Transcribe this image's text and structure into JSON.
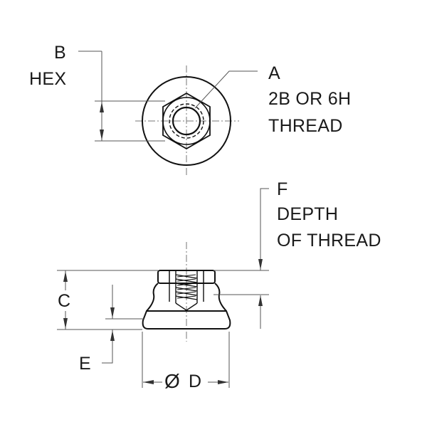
{
  "top_view": {
    "label_b": "B",
    "label_hex": "HEX",
    "label_a": "A",
    "label_thread_spec": "2B OR 6H",
    "label_thread": "THREAD"
  },
  "side_view": {
    "label_f": "F",
    "label_depth": "DEPTH",
    "label_of_thread": "OF THREAD",
    "label_c": "C",
    "label_e": "E",
    "label_diameter_symbol": "Ø",
    "label_d": "D"
  }
}
